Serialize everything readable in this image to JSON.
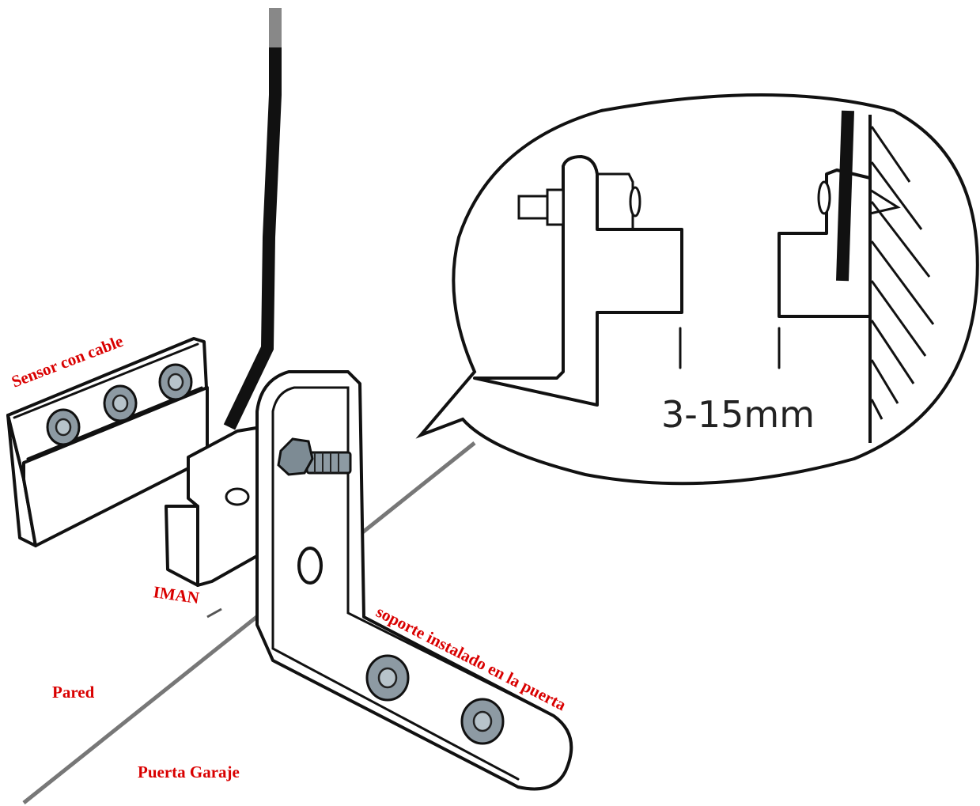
{
  "labels": {
    "sensor": "Sensor con cable",
    "magnet": "IMAN",
    "bracket": "soporte instalado en la puerta",
    "wall": "Pared",
    "door": "Puerta Garaje"
  },
  "detail": {
    "gap": "3-15mm"
  },
  "colors": {
    "label_text": "#d90000",
    "line": "#111111",
    "screw": "#8d9aa3"
  }
}
